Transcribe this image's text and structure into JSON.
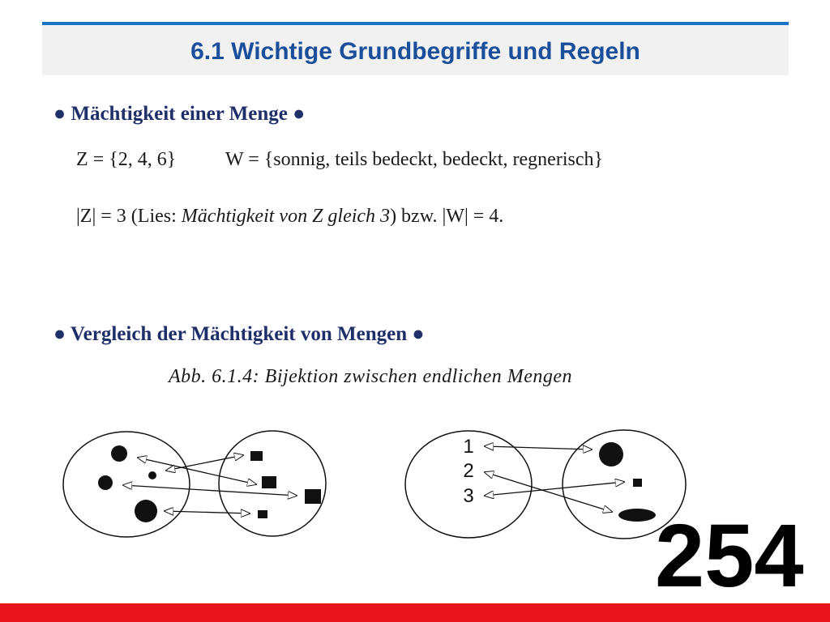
{
  "header": {
    "title": "6.1 Wichtige Grundbegriffe und Regeln",
    "accent_color": "#1a73c7"
  },
  "section1": {
    "heading": "● Mächtigkeit einer Menge ●",
    "line1_part1": "Z = {2, 4, 6}",
    "line1_part2": "W = {sonnig, teils bedeckt, bedeckt, regnerisch}",
    "line2_part1": "|Z| = 3 (Lies: ",
    "line2_italic": "Mächtigkeit von Z gleich 3",
    "line2_part2": ") bzw. |W| = 4."
  },
  "section2": {
    "heading": "● Vergleich der Mächtigkeit von Mengen ●",
    "caption": "Abb. 6.1.4: Bijektion zwischen endlichen Mengen"
  },
  "diagram_right_labels": [
    "1",
    "2",
    "3"
  ],
  "page_number": "254",
  "bottom_bar_color": "#e8141c"
}
